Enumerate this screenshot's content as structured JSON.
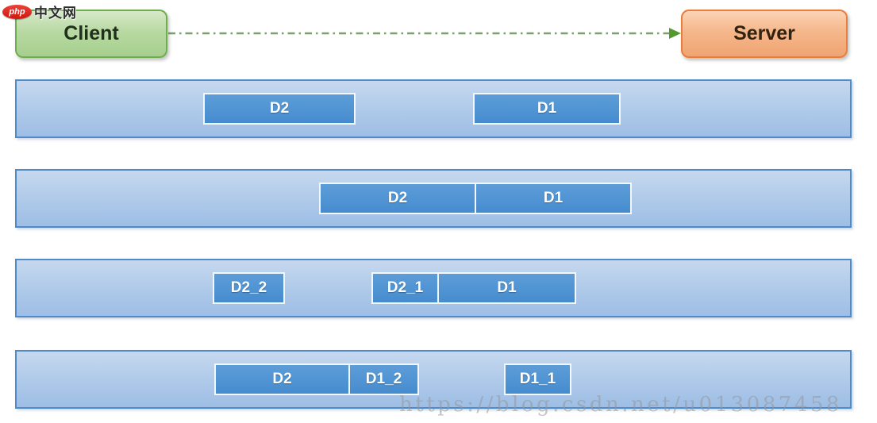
{
  "logo": {
    "badge": "php",
    "site": "中文网"
  },
  "nodes": {
    "client": "Client",
    "server": "Server"
  },
  "arrow": {
    "style": "dash-dot",
    "direction": "client-to-server",
    "color": "#6f9e57"
  },
  "lanes": [
    {
      "name": "lane-1",
      "segments": [
        {
          "label": "D2"
        },
        {
          "label": "D1"
        }
      ]
    },
    {
      "name": "lane-2",
      "segments": [
        {
          "label": "D2"
        },
        {
          "label": "D1"
        }
      ]
    },
    {
      "name": "lane-3",
      "segments": [
        {
          "label": "D2_2"
        },
        {
          "label": "D2_1"
        },
        {
          "label": "D1"
        }
      ]
    },
    {
      "name": "lane-4",
      "segments": [
        {
          "label": "D2"
        },
        {
          "label": "D1_2"
        },
        {
          "label": "D1_1"
        }
      ]
    }
  ],
  "watermark": "https://blog.csdn.net/u013087458",
  "colors": {
    "lane_fill": "#aec9e9",
    "lane_border": "#4e8bc8",
    "segment_fill": "#4f93d3",
    "segment_border": "#ffffff",
    "client_fill": "#a6cf8e",
    "client_border": "#6fae4d",
    "server_fill": "#f0a472",
    "server_border": "#e87e3b",
    "arrow_green": "#55992e"
  }
}
